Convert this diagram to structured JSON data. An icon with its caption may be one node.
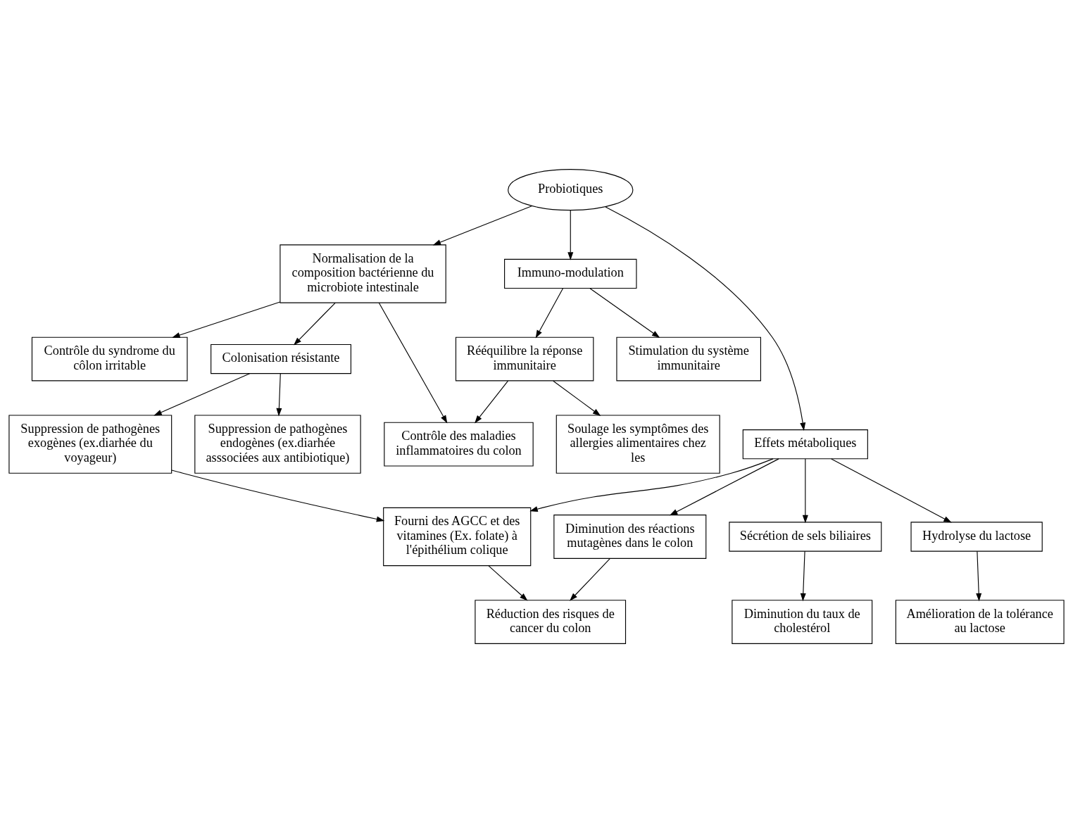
{
  "diagram": {
    "nodes": [
      {
        "text": [
          "Suppression de pathogènes endogènes (ex.diarhée asssociées aux antibiotique)"
        ]
      },
      {
        "text": [
          "Contrôle du syndrome du côlon irritable"
        ]
      },
      {
        "text": [
          "Contrôle des maladies inflammatoires du colon"
        ]
      },
      {
        "text": [
          "Rééquilibre la réponse immunitaire"
        ]
      },
      {
        "text": [
          "Soulage les symptômes des allergies alimentaires chez les"
        ]
      },
      {
        "text": [
          "Colonisation résistante"
        ]
      },
      {
        "text": [
          "Normalisation de la composition bactérienne du microbiote intestinale"
        ]
      },
      {
        "text": [
          "Immuno-modulation"
        ]
      },
      {
        "text": [
          "Stimulation du système immunitaire"
        ]
      },
      {
        "text": [
          "Probiotiques"
        ]
      },
      {
        "text": [
          "Suppression de pathogènes exogènes (ex.diarhée du voyageur)"
        ]
      },
      {
        "text": [
          "Diminution du taux de cholestérol"
        ]
      },
      {
        "text": [
          "Sécrétion de sels biliaires"
        ]
      },
      {
        "text": [
          "Fourni des AGCC et des vitamines (Ex. folate) à l'épithélium colique"
        ]
      },
      {
        "text": [
          "Effets métaboliques"
        ]
      },
      {
        "text": [
          "Diminution des réactions mutagènes dans le colon"
        ]
      },
      {
        "text": [
          "Hydrolyse du lactose"
        ]
      },
      {
        "text": [
          "Amélioration de la tolérance au lactose"
        ]
      },
      {
        "text": [
          "Réduction des risques de cancer du colon"
        ]
      }
    ],
    "edges": [
      {
        "from": 9,
        "to": 6,
        "arrow": "to"
      },
      {
        "from": 9,
        "to": 7,
        "arrow": "to"
      },
      {
        "from": 9,
        "to": 14,
        "arrow": "to"
      },
      {
        "from": 6,
        "to": 5,
        "arrow": "to"
      },
      {
        "from": 6,
        "to": 1,
        "arrow": "to"
      },
      {
        "from": 6,
        "to": 2,
        "arrow": "to"
      },
      {
        "from": 5,
        "to": 0,
        "arrow": "to"
      },
      {
        "from": 5,
        "to": 10,
        "arrow": "to"
      },
      {
        "from": 10,
        "to": 13,
        "arrow": "to"
      },
      {
        "from": 7,
        "to": 3,
        "arrow": "to"
      },
      {
        "from": 7,
        "to": 8,
        "arrow": "to"
      },
      {
        "from": 3,
        "to": 2,
        "arrow": "to"
      },
      {
        "from": 3,
        "to": 4,
        "arrow": "to"
      },
      {
        "from": 14,
        "to": 13,
        "arrow": "to"
      },
      {
        "from": 14,
        "to": 12,
        "arrow": "to"
      },
      {
        "from": 14,
        "to": 15,
        "arrow": "to"
      },
      {
        "from": 14,
        "to": 16,
        "arrow": "to"
      },
      {
        "from": 12,
        "to": 11,
        "arrow": "to"
      },
      {
        "from": 13,
        "to": 18,
        "arrow": "to"
      },
      {
        "from": 15,
        "to": 18,
        "arrow": "to"
      },
      {
        "from": 16,
        "to": 17,
        "arrow": "to"
      }
    ]
  }
}
